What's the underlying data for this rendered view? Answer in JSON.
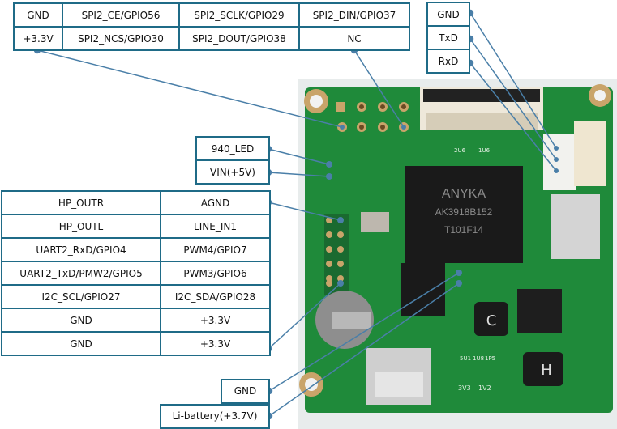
{
  "top_table": {
    "rows": [
      [
        "GND",
        "SPI2_CE/GPIO56",
        "SPI2_SCLK/GPIO29",
        "SPI2_DIN/GPIO37"
      ],
      [
        "+3.3V",
        "SPI2_NCS/GPIO30",
        "SPI2_DOUT/GPIO38",
        "NC"
      ]
    ]
  },
  "uart_header": {
    "pins": [
      "GND",
      "TxD",
      "RxD"
    ]
  },
  "led_power": {
    "pins": [
      "940_LED",
      "VIN(+5V)"
    ]
  },
  "left_table": {
    "rows": [
      [
        "HP_OUTR",
        "AGND"
      ],
      [
        "HP_OUTL",
        "LINE_IN1"
      ],
      [
        "UART2_RxD/GPIO4",
        "PWM4/GPIO7"
      ],
      [
        "UART2_TxD/PMW2/GPIO5",
        "PWM3/GPIO6"
      ],
      [
        "I2C_SCL/GPIO27",
        "I2C_SDA/GPIO28"
      ],
      [
        "GND",
        "+3.3V"
      ],
      [
        "GND",
        "+3.3V"
      ]
    ]
  },
  "battery": {
    "pins": [
      "GND",
      "Li-battery(+3.7V)"
    ]
  },
  "board": {
    "main_chip": [
      "ANYKA",
      "AK3918B152",
      "T101F14"
    ],
    "silkscreen": [
      "2U6",
      "1U6",
      "5U1",
      "1U8",
      "1P5",
      "3V3",
      "1V2"
    ],
    "inductor_marks": [
      "C",
      "H"
    ]
  },
  "colors": {
    "border": "#1f6b87",
    "wire": "#4a7fa8",
    "pcb_green": "#1f8a3a",
    "pad_gold": "#c9a46a"
  }
}
